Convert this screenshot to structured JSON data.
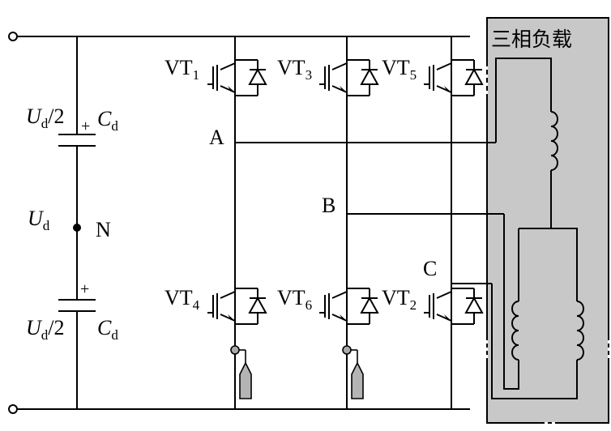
{
  "diagram": {
    "load_box_title": "三相负载",
    "node_a": "A",
    "node_b": "B",
    "node_c": "C",
    "node_n": "N",
    "capacitor_top": {
      "voltage_main": "U",
      "voltage_sub": "d",
      "voltage_tail": "/2",
      "plus": "+",
      "cap_main": "C",
      "cap_sub": "d"
    },
    "capacitor_bottom": {
      "voltage_main": "U",
      "voltage_sub": "d",
      "voltage_tail": "/2",
      "plus": "+",
      "cap_main": "C",
      "cap_sub": "d"
    },
    "dc_voltage": {
      "main": "U",
      "sub": "d"
    },
    "switches": [
      {
        "main": "VT",
        "sub": "1"
      },
      {
        "main": "VT",
        "sub": "3"
      },
      {
        "main": "VT",
        "sub": "5"
      },
      {
        "main": "VT",
        "sub": "4"
      },
      {
        "main": "VT",
        "sub": "6"
      },
      {
        "main": "VT",
        "sub": "2"
      }
    ]
  },
  "colors": {
    "load_box_fill": "#c8c8c8",
    "wire": "#000000",
    "drive_fill": "#b4b4b4"
  }
}
